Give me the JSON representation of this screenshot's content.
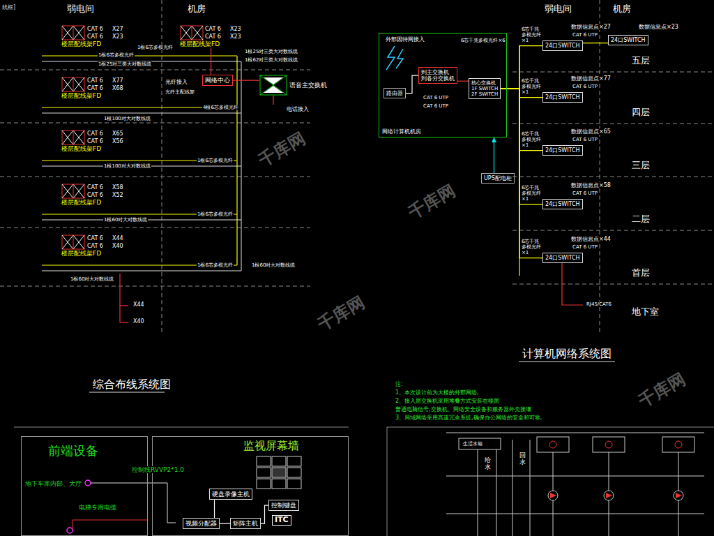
{
  "diagram": {
    "nodes": [
      {
        "text": [
          "楼层配线架FD"
        ]
      },
      {
        "text": [
          "楼层配线架FD"
        ]
      },
      {
        "text": [
          "网络中心"
        ]
      },
      {
        "text": [
          "语音主交换机"
        ]
      },
      {
        "text": [
          "楼层配线架FD"
        ]
      },
      {
        "text": [
          "楼层配线架FD"
        ]
      },
      {
        "text": [
          "楼层配线架FD"
        ]
      },
      {
        "text": [
          "楼层配线架FD"
        ]
      },
      {
        "text": [
          "网络计算机机房"
        ]
      },
      {
        "text": [
          "路由器"
        ],
        "in": 8
      },
      {
        "text": [
          "到主交换机",
          "到各分交换机"
        ],
        "in": 8
      },
      {
        "text": [
          "核心交换机",
          "1F SWITCH",
          "2F SWITCH"
        ],
        "in": 8
      },
      {
        "text": [
          "UPS配电柜"
        ]
      },
      {
        "text": [
          "24口SWITCH"
        ]
      },
      {
        "text": [
          "24口SWITCH"
        ]
      },
      {
        "text": [
          "24口SWITCH"
        ]
      },
      {
        "text": [
          "24口SWITCH"
        ]
      },
      {
        "text": [
          "24口SWITCH"
        ]
      },
      {
        "text": [
          "24口SWITCH"
        ]
      },
      {
        "text": [
          "前端设备"
        ]
      },
      {
        "text": [
          "监视屏幕墙"
        ]
      },
      {
        "text": [
          "硬盘录像主机"
        ],
        "in": 20
      },
      {
        "text": [
          "视频分配器"
        ],
        "in": 20
      },
      {
        "text": [
          "矩阵主机"
        ],
        "in": 20
      },
      {
        "text": [
          "控制键盘"
        ],
        "in": 20
      }
    ],
    "edges": [
      {
        "from": 2,
        "to": 3,
        "arrow": "none"
      },
      {
        "from": 1,
        "to": 2,
        "arrow": "none"
      },
      {
        "from": 9,
        "to": 10,
        "arrow": "none"
      },
      {
        "from": 10,
        "to": 11,
        "arrow": "none"
      },
      {
        "from": 11,
        "to": 13,
        "label": "6芯千兆多模光纤×1",
        "arrow": "none"
      },
      {
        "from": 11,
        "to": 14,
        "label": "6芯千兆多模光纤×1",
        "arrow": "none"
      },
      {
        "from": 11,
        "to": 15,
        "label": "6芯千兆多模光纤×1",
        "arrow": "none"
      },
      {
        "from": 11,
        "to": 16,
        "label": "6芯千兆多模光纤×1",
        "arrow": "none"
      },
      {
        "from": 11,
        "to": 17,
        "label": "6芯千兆多模光纤×1",
        "arrow": "none"
      },
      {
        "from": 12,
        "to": 8,
        "arrow": "to"
      },
      {
        "from": 13,
        "to": 18,
        "arrow": "none"
      },
      {
        "from": 21,
        "to": 22,
        "arrow": "none"
      },
      {
        "from": 22,
        "to": 23,
        "arrow": "none"
      },
      {
        "from": 23,
        "to": 24,
        "arrow": "none"
      }
    ],
    "labels": [
      "线框]",
      "弱电间",
      "机房",
      "CAT 6",
      "CAT 6",
      "X27",
      "X23",
      "CAT 6",
      "CAT 6",
      "X23",
      "X23",
      "1根6芯多模光纤",
      "1根6芯多模光纤",
      "1根25对三类大对数线缆",
      "1根25对三类大对数线缆",
      "1根62对三类大对数线缆",
      "CAT 6",
      "CAT 6",
      "X77",
      "X68",
      "光纤接入",
      "光纤主配线架",
      "4根6芯多模光纤",
      "电话接入",
      "1根100对大对数线缆",
      "CAT 6",
      "CAT 6",
      "X65",
      "X56",
      "1根6芯多模光纤",
      "1根100对大对数线缆",
      "CAT 6",
      "CAT 6",
      "X58",
      "X52",
      "1根6芯多模光纤",
      "1根60对大对数线缆",
      "CAT 6",
      "CAT 6",
      "X44",
      "X40",
      "1根6芯多模光纤",
      "1根60对大对数线缆",
      "1根60对大对数线缆",
      "X44",
      "X40",
      "综合布线系统图",
      "弱电间",
      "机房",
      "外部因特网接入",
      "6芯千兆多模光纤×6",
      "CAT 6 UTP",
      "CAT 6 UTP",
      "数据信息点×27",
      "CAT 6 UTP",
      "五层",
      "数据信息点×77",
      "CAT 6 UTP",
      "四层",
      "数据信息点×65",
      "CAT 6 UTP",
      "三层",
      "数据信息点×58",
      "CAT 6 UTP",
      "二层",
      "数据信息点×44",
      "CAT 6 UTP",
      "首层",
      "数据信息点×23",
      "RJ45/CAT6",
      "地下室",
      "计算机网络系统图",
      "注:",
      "1、本次设计前为大楼的外部网络,",
      "2、接入层交换机采用堆叠方式安装在楼层",
      "普通电脑信号,交换机、网络安全设备和服务器外壳接壤",
      "3、局域网络采用高速冗余系统,确保办公网络的安全和可靠,",
      "地下车库内部、大厅",
      "电梯专用电缆",
      "控制线RVVP2*1.0",
      "ITC",
      "生活水箱",
      "给水",
      "回水",
      "千库网",
      "千库网",
      "千库网",
      "千库网"
    ]
  }
}
